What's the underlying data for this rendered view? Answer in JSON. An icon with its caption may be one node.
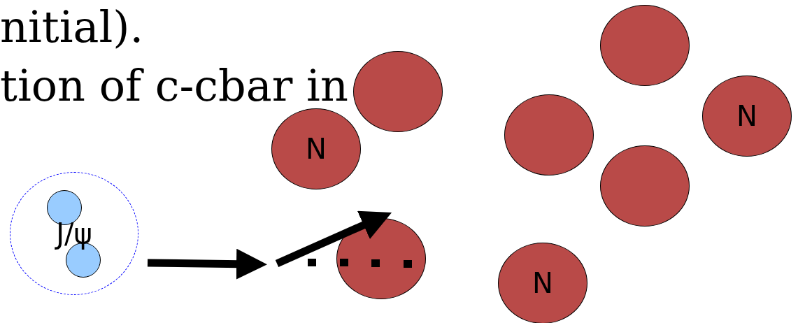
{
  "diagram": {
    "nodes": [
      {
        "text": [
          "J/ψ"
        ]
      },
      {
        "text": [],
        "shape": "circle",
        "in": 0
      },
      {
        "text": [],
        "shape": "circle",
        "in": 0
      },
      {
        "text": [
          "N"
        ]
      },
      {
        "text": [],
        "shape": "circle"
      },
      {
        "text": [],
        "shape": "circle"
      },
      {
        "text": [],
        "shape": "circle"
      },
      {
        "text": [
          "N"
        ]
      },
      {
        "text": [],
        "shape": "circle"
      },
      {
        "text": [],
        "shape": "circle"
      },
      {
        "text": [
          "N"
        ]
      }
    ],
    "edges": [],
    "labels": [
      "nitial).",
      "tion of c-cbar in"
    ]
  }
}
